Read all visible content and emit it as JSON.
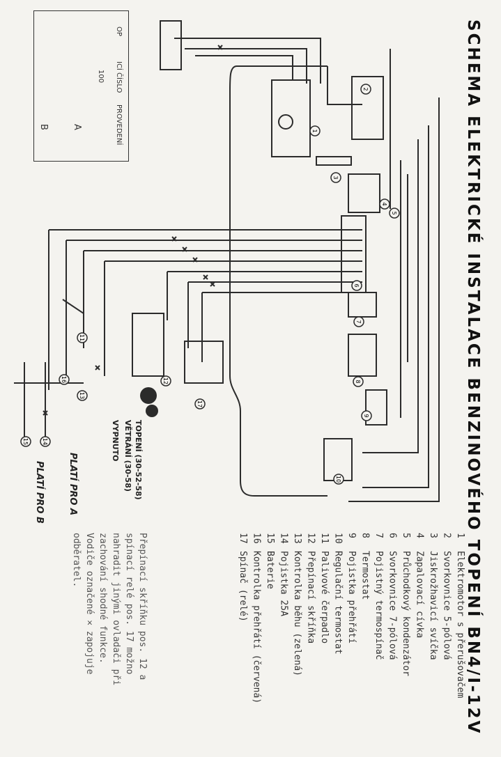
{
  "title": "SCHEMA ELEKTRICKÉ INSTALACE BENZINOVÉHO TOPENÍ BN4/I-12V",
  "legend": [
    {
      "num": "1",
      "text": "Elektromotor s přerušovačem"
    },
    {
      "num": "2",
      "text": "Svorkovnice 5-pólová"
    },
    {
      "num": "3",
      "text": "Jiskrožhavicí svíčka"
    },
    {
      "num": "4",
      "text": "Zapalovací cívka"
    },
    {
      "num": "5",
      "text": "Průchodkový kondenzátor"
    },
    {
      "num": "6",
      "text": "Svorkovnice 7-pólová"
    },
    {
      "num": "7",
      "text": "Pojistný termospínač"
    },
    {
      "num": "8",
      "text": "Termostat"
    },
    {
      "num": "9",
      "text": "Pojistka přehřátí"
    },
    {
      "num": "10",
      "text": "Regulační termostat"
    },
    {
      "num": "11",
      "text": "Palivové čerpadlo"
    },
    {
      "num": "12",
      "text": "Přepínací skříňka"
    },
    {
      "num": "13",
      "text": "Kontrolka běhu (zelená)"
    },
    {
      "num": "14",
      "text": "Pojistka 25A"
    },
    {
      "num": "15",
      "text": "Baterie"
    },
    {
      "num": "16",
      "text": "Kontrolka přehřátí (červená)"
    },
    {
      "num": "17",
      "text": "Spínač (relé)"
    }
  ],
  "note_lines": [
    "Přepínací skříňku pos. 12 a",
    "spínací relé pos. 17 možno",
    "nahradit jinými ovladači při",
    "zachování shodné funkce.",
    "Vodiče označené ✕ zapojuje",
    "odběratel."
  ],
  "switch_labels": [
    "TOPENÍ (30-52-58)",
    "VĚTRÁNÍ (30-58)",
    "VYPNUTO"
  ],
  "plati_a": "PLATÍ PRO A",
  "plati_b": "PLATÍ PRO B",
  "table": {
    "headers": [
      "OP",
      "ICÍ ČÍSLO",
      "PROVEDENÍ"
    ],
    "value": "100",
    "rows": [
      "A",
      "B"
    ]
  },
  "diagram_numbers": [
    "1",
    "2",
    "3",
    "4",
    "5",
    "6",
    "7",
    "8",
    "9",
    "10",
    "11",
    "12",
    "13",
    "14",
    "15",
    "16",
    "17"
  ]
}
